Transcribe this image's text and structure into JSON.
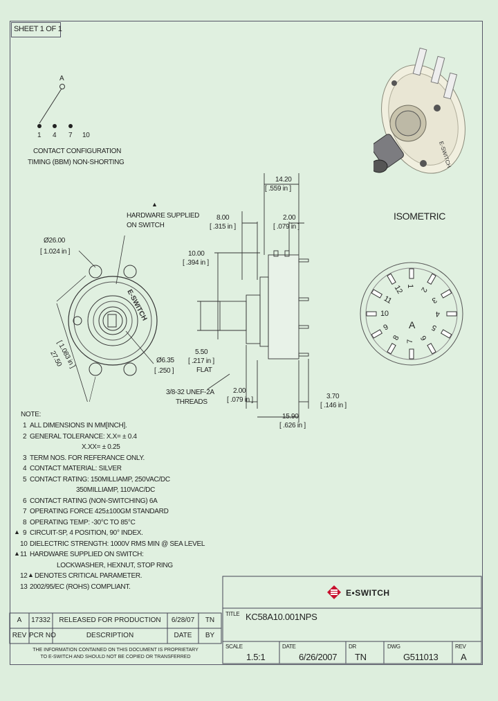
{
  "sheet_label": "SHEET 1 OF 1",
  "contact_config": {
    "pole_label": "A",
    "positions": [
      "1",
      "4",
      "7",
      "10"
    ],
    "caption_line1": "CONTACT CONFIGURATION",
    "caption_line2": "TIMING (BBM) NON-SHORTING"
  },
  "isometric_label": "ISOMETRIC",
  "front_view": {
    "diameter_mm": "Ø26.00",
    "diameter_in": "[ 1.024 in ]",
    "hardware_note_line1": "HARDWARE SUPPLIED",
    "hardware_note_line2": "ON SWITCH",
    "pitch_mm": "27.50",
    "pitch_in": "[ 1.083 in ]",
    "bushing_mm": "Ø6.35",
    "bushing_in": "[ .250 ]",
    "brand_on_part": "E-SWITCH"
  },
  "side_view": {
    "overall_mm": "14.20",
    "overall_in": "[ .559 in ]",
    "dim_a_mm": "8.00",
    "dim_a_in": "[ .315 in ]",
    "dim_b_mm": "2.00",
    "dim_b_in": "[ .079 in ]",
    "shaft_mm": "10.00",
    "shaft_in": "[ .394 in ]",
    "flat_mm": "5.50",
    "flat_in": "[ .217 in ]",
    "flat_label": "FLAT",
    "thread_line1": "3/8-32 UNEF-2A",
    "thread_line2": "THREADS",
    "dim_c_mm": "2.00",
    "dim_c_in": "[ .079 in ]",
    "depth_mm": "15.90",
    "depth_in": "[ .626 in ]",
    "term_mm": "3.70",
    "term_in": "[ .146 in ]"
  },
  "terminal_numbers": [
    "1",
    "2",
    "3",
    "4",
    "5",
    "6",
    "7",
    "8",
    "9",
    "10",
    "11",
    "12",
    "A"
  ],
  "notes": {
    "heading": "NOTE:",
    "items": [
      {
        "num": "1",
        "text": "ALL DIMENSIONS IN MM[INCH]."
      },
      {
        "num": "2",
        "text": "GENERAL TOLERANCE: X.X= ± 0.4"
      },
      {
        "num": "",
        "text": "X.XX= ± 0.25"
      },
      {
        "num": "3",
        "text": "TERM NOS. FOR REFERANCE ONLY."
      },
      {
        "num": "4",
        "text": "CONTACT MATERIAL: SILVER"
      },
      {
        "num": "5",
        "text": "CONTACT RATING: 150MILLIAMP, 250VAC/DC"
      },
      {
        "num": "",
        "text": "350MILLIAMP, 110VAC/DC"
      },
      {
        "num": "6",
        "text": "CONTACT RATING (NON-SWITCHING) 6A"
      },
      {
        "num": "7",
        "text": "OPERATING FORCE 425±100GM STANDARD"
      },
      {
        "num": "8",
        "text": "OPERATING TEMP: -30°C TO 85°C"
      },
      {
        "num": "9",
        "text": "CIRCUIT-SP, 4 POSITION, 90° INDEX."
      },
      {
        "num": "10",
        "text": "DIELECTRIC STRENGTH: 1000V RMS MIN @ SEA LEVEL"
      },
      {
        "num": "11",
        "text": "HARDWARE SUPPLIED ON SWITCH:"
      },
      {
        "num": "",
        "text": "LOCKWASHER, HEXNUT, STOP RING"
      },
      {
        "num": "12",
        "text": "DENOTES CRITICAL PARAMETER."
      },
      {
        "num": "13",
        "text": "2002/95/EC (ROHS) COMPLIANT."
      }
    ]
  },
  "title_block": {
    "logo_text": "E•SWITCH",
    "title_label": "TITLE",
    "title": "KC58A10.001NPS",
    "scale_label": "SCALE",
    "scale": "1.5:1",
    "date_label": "DATE",
    "date": "6/26/2007",
    "dr_label": "DR",
    "dr": "TN",
    "dwg_label": "DWG",
    "dwg": "G511013",
    "rev_label": "REV",
    "rev": "A"
  },
  "revision_table": {
    "row": {
      "rev": "A",
      "pcr": "17332",
      "desc": "RELEASED FOR PRODUCTION",
      "date": "6/28/07",
      "by": "TN"
    },
    "headers": {
      "rev": "REV",
      "pcr": "PCR NO",
      "desc": "DESCRIPTION",
      "date": "DATE",
      "by": "BY"
    },
    "disclaimer_line1": "THE INFORMATION CONTAINED ON THIS DOCUMENT IS PROPRIETARY",
    "disclaimer_line2": "TO E-SWITCH AND SHOULD NOT BE COPIED OR TRANSFERRED"
  }
}
